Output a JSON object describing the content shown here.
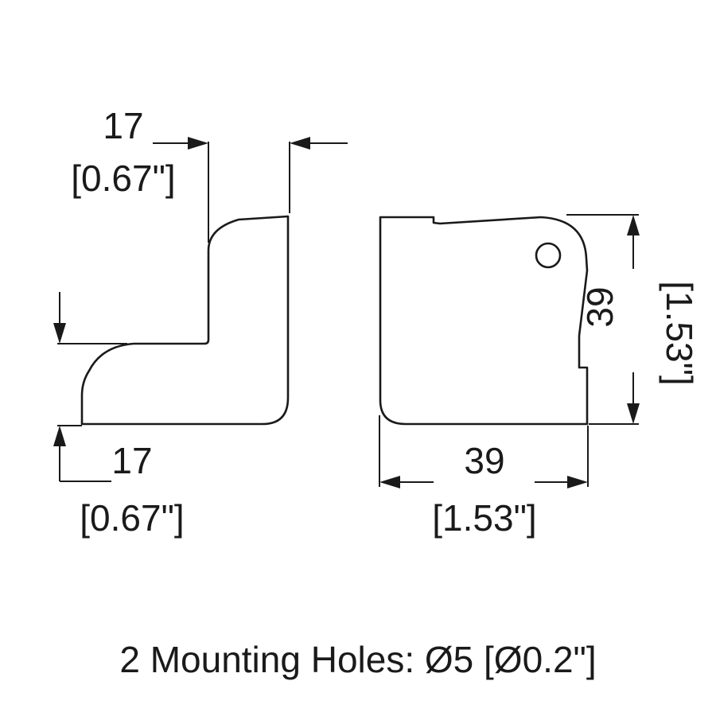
{
  "side_view": {
    "width_mm": "17",
    "width_in": "[0.67\"]",
    "height_mm": "17",
    "height_in": "[0.67\"]"
  },
  "front_view": {
    "width_mm": "39",
    "width_in": "[1.53\"]",
    "height_mm": "39",
    "height_in": "[1.53\"]"
  },
  "caption": "2 Mounting Holes: Ø5 [Ø0.2\"]",
  "colors": {
    "line": "#1a1a1a",
    "background": "#ffffff"
  }
}
